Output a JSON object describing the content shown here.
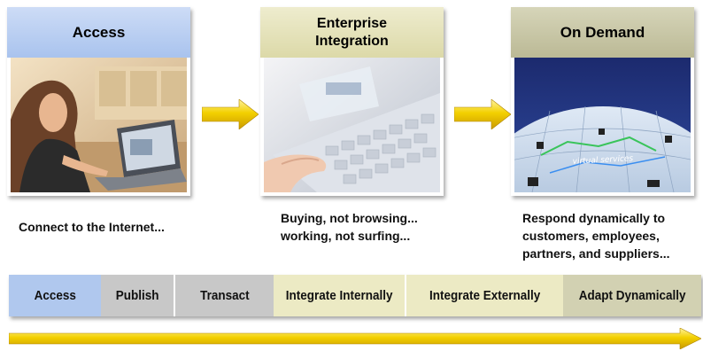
{
  "stages": [
    {
      "title_lines": [
        "Access"
      ],
      "caption_lines": [
        "Connect to the Internet..."
      ],
      "image": "woman-at-laptop",
      "color": "#b7cdf0"
    },
    {
      "title_lines": [
        "Enterprise",
        "Integration"
      ],
      "caption_lines": [
        "Buying, not browsing...",
        "working, not surfing..."
      ],
      "image": "hand-on-keyboard-with-card",
      "color": "#e6e3bd"
    },
    {
      "title_lines": [
        "On Demand"
      ],
      "caption_lines": [
        "Respond dynamically to",
        "customers, employees,",
        "partners, and suppliers..."
      ],
      "image": "virtual-services-globe",
      "globe_text": "virtual services",
      "color": "#c5c4a6"
    }
  ],
  "progression": [
    {
      "label": "Access",
      "color": "#b0c8ee"
    },
    {
      "label": "Publish",
      "color": "#c8c8c8"
    },
    {
      "label": "Transact",
      "color": "#c8c8c8"
    },
    {
      "label": "Integrate Internally",
      "color": "#eceac4"
    },
    {
      "label": "Integrate Externally",
      "color": "#eceac4"
    },
    {
      "label": "Adapt  Dynamically",
      "color": "#d2d1b2"
    }
  ],
  "arrow_color": "#f0c800"
}
